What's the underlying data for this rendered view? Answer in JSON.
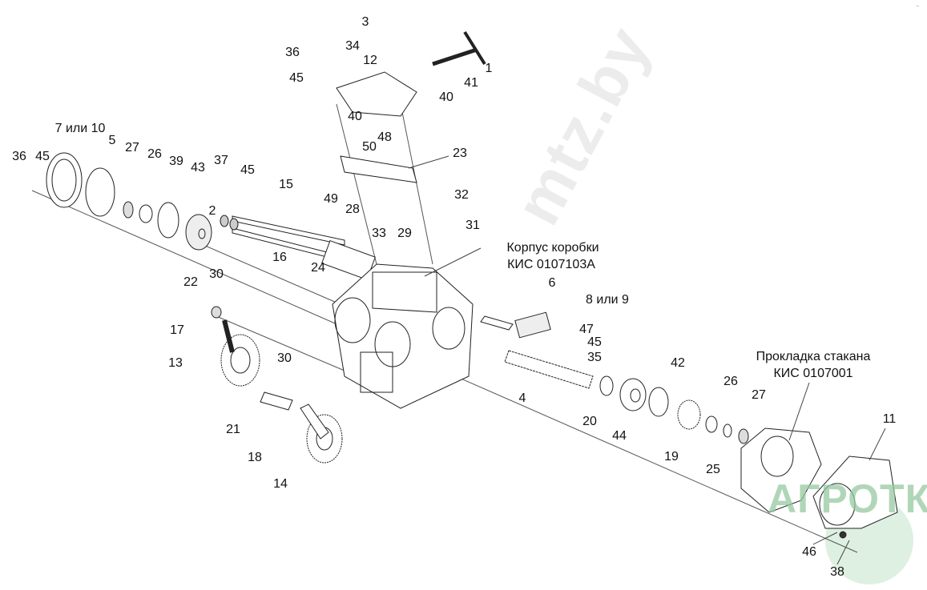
{
  "title_labels": {
    "housing_name": "Корпус коробки",
    "housing_code": "КИС 0107103А",
    "gasket_name": "Прокладка стакана",
    "gasket_code": "КИС 0107001"
  },
  "watermarks": {
    "site": "mtz.by",
    "brand": "АГРОТКА"
  },
  "callouts": [
    "3",
    "34",
    "36",
    "12",
    "45",
    "1",
    "41",
    "40",
    "40",
    "48",
    "50",
    "7 или 10",
    "5",
    "27",
    "26",
    "39",
    "43",
    "37",
    "45",
    "23",
    "36",
    "45",
    "15",
    "49",
    "32",
    "28",
    "2",
    "31",
    "29",
    "33",
    "16",
    "24",
    "6",
    "30",
    "22",
    "8 или 9",
    "17",
    "47",
    "45",
    "35",
    "13",
    "42",
    "30",
    "26",
    "4",
    "27",
    "20",
    "11",
    "21",
    "44",
    "19",
    "18",
    "25",
    "14",
    "46",
    "38"
  ]
}
